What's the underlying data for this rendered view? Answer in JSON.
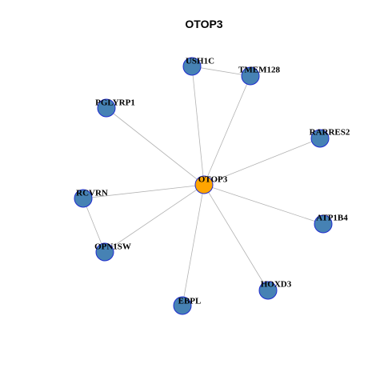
{
  "title": "OTOP3",
  "colors": {
    "background": "#ffffff",
    "edge": "#b3b3b3",
    "node_fill": "#4682b4",
    "node_stroke": "#1f2ccf",
    "center_fill": "#ffa500",
    "center_stroke": "#1f2ccf",
    "label": "#000000"
  },
  "nodes": [
    {
      "id": "OTOP3",
      "label": "OTOP3",
      "center": true
    },
    {
      "id": "USH1C",
      "label": "USH1C"
    },
    {
      "id": "TMEM128",
      "label": "TMEM128"
    },
    {
      "id": "PGLYRP1",
      "label": "PGLYRP1"
    },
    {
      "id": "RARRES2",
      "label": "RARRES2"
    },
    {
      "id": "RCVRN",
      "label": "RCVRN"
    },
    {
      "id": "ATP1B4",
      "label": "ATP1B4"
    },
    {
      "id": "OPN1SW",
      "label": "OPN1SW"
    },
    {
      "id": "HOXD3",
      "label": "HOXD3"
    },
    {
      "id": "EBPL",
      "label": "EBPL"
    }
  ],
  "edges": [
    [
      "OTOP3",
      "USH1C"
    ],
    [
      "OTOP3",
      "TMEM128"
    ],
    [
      "USH1C",
      "TMEM128"
    ],
    [
      "OTOP3",
      "PGLYRP1"
    ],
    [
      "OTOP3",
      "RARRES2"
    ],
    [
      "OTOP3",
      "RCVRN"
    ],
    [
      "OTOP3",
      "ATP1B4"
    ],
    [
      "OTOP3",
      "OPN1SW"
    ],
    [
      "RCVRN",
      "OPN1SW"
    ],
    [
      "OTOP3",
      "HOXD3"
    ],
    [
      "OTOP3",
      "EBPL"
    ]
  ]
}
